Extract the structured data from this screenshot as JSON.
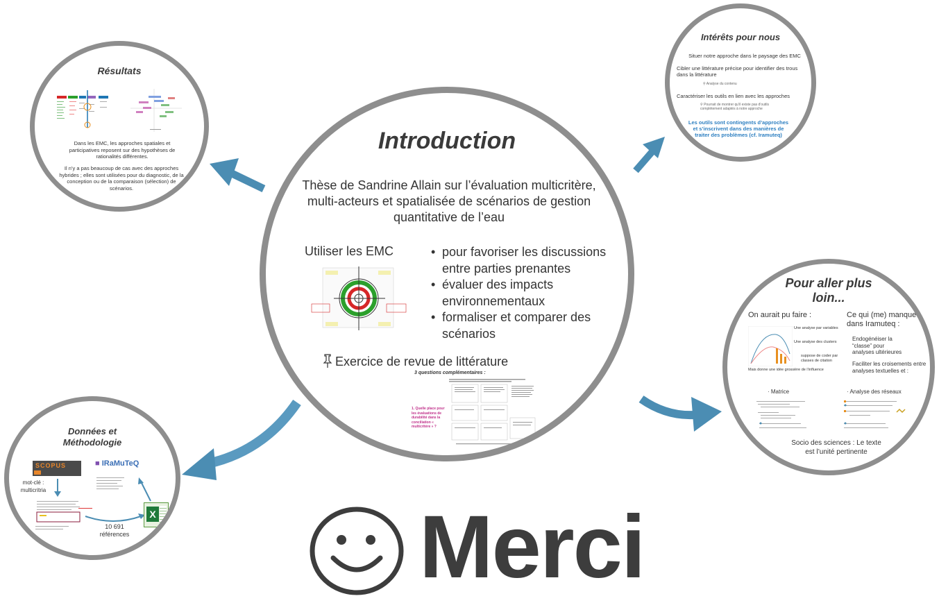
{
  "colors": {
    "ring": "#8e8e8e",
    "arrow": "#4b8db3",
    "merci": "#3d3d3d",
    "highlight": "#2d7fc1",
    "magenta": "#c0308a"
  },
  "intro": {
    "title": "Introduction",
    "subtitle": "Thèse de Sandrine Allain sur l’évaluation multicritère, multi-acteurs et spatialisée de scénarios de gestion quantitative de l’eau",
    "emc_label": "Utiliser les EMC",
    "bullets": [
      "pour favoriser les discussions entre parties prenantes",
      "évaluer des impacts environnementaux",
      "formaliser et comparer des scénarios"
    ],
    "exercise_icon": "pushpin-icon",
    "exercise": "Exercice de revue de littérature",
    "questions_title": "3 questions complémentaires :",
    "question_magenta": "1. Quelle place pour les évaluations de durabilité dans la conciliation « multicritère » ?"
  },
  "resultats": {
    "title": "Résultats",
    "p1": "Dans les EMC, les approches spatiales et participatives reposent sur des hypothèses de rationalités différentes.",
    "p2": "Il n’y a pas beaucoup de cas avec des approches hybrides ; elles sont utilisées pour du diagnostic, de la conception ou de la comparaison (sélection) de scénarios."
  },
  "interets": {
    "title": "Intérêts pour nous",
    "l1": "Situer notre approche dans le paysage des EMC",
    "l2": "Cibler une littérature précise pour identifier des trous dans la littérature",
    "l2_sub": "Analyse du contenu",
    "l3": "Caractériser les outils en lien avec les approches",
    "l3_sub": "Pourrait de montrer qu'il existe pas d'outils complètement adaptés à notre approche",
    "highlight": "Les outils sont contingents d’approches et s’inscrivent dans des manières de traiter des problèmes (cf. Iramuteq)"
  },
  "loin": {
    "title": "Pour aller plus loin...",
    "col1": "On aurait pu faire :",
    "col2": "Ce qui (me) manque dans Iramuteq :",
    "r1": "Endogénéiser la “classe” pour analyses ultérieures",
    "r2": "Faciliter les croisements entre analyses textuelles et :",
    "mini1": "Une analyse par variables",
    "mini2": "Une analyse des clusters",
    "mini3": "suppose de coder par classes de citation",
    "mini4": "Mais donne une idée grossière de l’influence",
    "matrice": "Matrice",
    "reseaux": "Analyse des réseaux",
    "socio": "Socio des sciences : Le texte est l’unité pertinente"
  },
  "donnees": {
    "title": "Données et Méthodologie",
    "keyword": "mot-clé : multicritria",
    "scopus": "SCOPUS",
    "iramuteq": "IRaMuTeQ",
    "references": "10 691 références",
    "excel_icon": "excel-icon"
  },
  "merci": {
    "text": "Merci",
    "icon": "smiley-icon"
  }
}
